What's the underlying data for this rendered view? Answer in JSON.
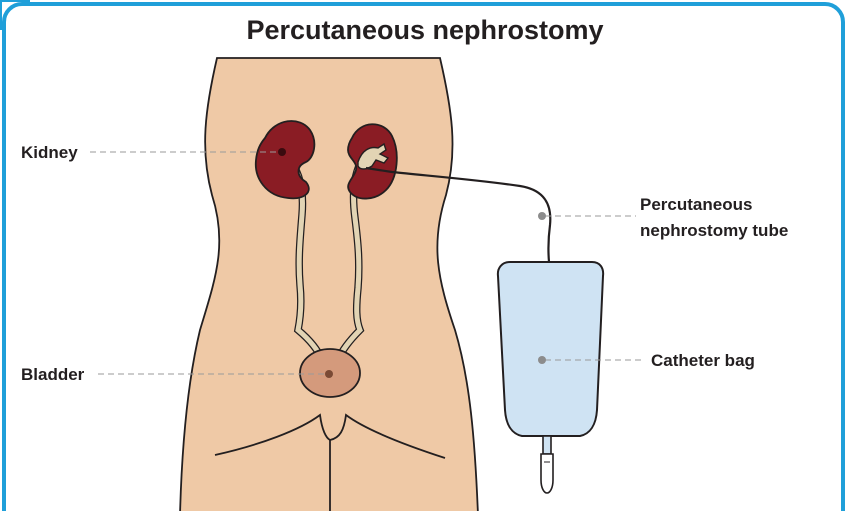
{
  "title": "Percutaneous nephrostomy",
  "labels": {
    "kidney": "Kidney",
    "bladder": "Bladder",
    "tube_line1": "Percutaneous",
    "tube_line2": "nephrostomy tube",
    "catheter_bag": "Catheter bag"
  },
  "colors": {
    "frame_border": "#1f9fd9",
    "skin": "#efc9a6",
    "kidney": "#8a1c24",
    "ureter": "#e2d4b4",
    "bladder": "#d49a7c",
    "bag": "#cfe3f3",
    "outline": "#231f20"
  }
}
